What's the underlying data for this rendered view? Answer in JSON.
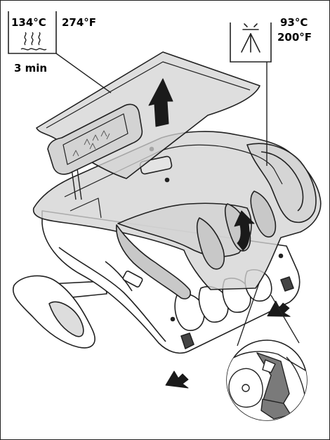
{
  "autoclave_label": {
    "temp_c": "134°C",
    "temp_f": "274°F",
    "duration": "3 min",
    "icon": "steam-sterilization-icon"
  },
  "washer_label": {
    "temp_c": "93°C",
    "temp_f": "200°F",
    "icon": "spray-wash-icon"
  },
  "colors": {
    "line": "#222222",
    "cover_fill": "#d3d3d3",
    "arrow_fill": "#1a1a1a",
    "body_fill": "#ffffff"
  }
}
